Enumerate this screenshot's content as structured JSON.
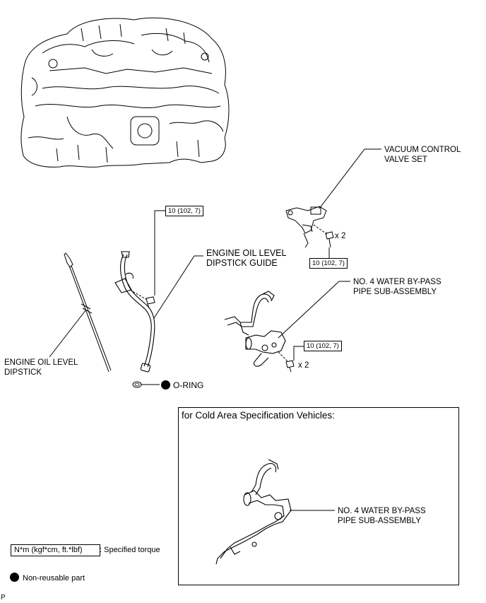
{
  "labels": {
    "vacuum_valve": [
      "VACUUM CONTROL",
      "VALVE SET"
    ],
    "dipstick_guide": [
      "ENGINE OIL LEVEL",
      "DIPSTICK GUIDE"
    ],
    "water_pipe": [
      "NO. 4 WATER BY-PASS",
      "PIPE SUB-ASSEMBLY"
    ],
    "dipstick": [
      "ENGINE OIL LEVEL",
      "DIPSTICK"
    ],
    "o_ring": "O-RING",
    "water_pipe_cold": [
      "NO. 4 WATER BY-PASS",
      "PIPE SUB-ASSEMBLY"
    ]
  },
  "torque_boxes": {
    "guide_bolt": "10 (102, 7)",
    "valve_bolt": "10 (102, 7)",
    "pipe_bolt": "10 (102, 7)"
  },
  "counts": {
    "valve_bolts": "x 2",
    "pipe_bolts": "x 2"
  },
  "cold_area_panel": {
    "title": "for Cold Area Specification Vehicles:"
  },
  "legend": {
    "torque_unit": "N*m (kgf*cm, ft.*lbf)",
    "torque_desc": ": Specified torque",
    "non_reusable": "Non-reusable part"
  },
  "corner_mark": "P"
}
